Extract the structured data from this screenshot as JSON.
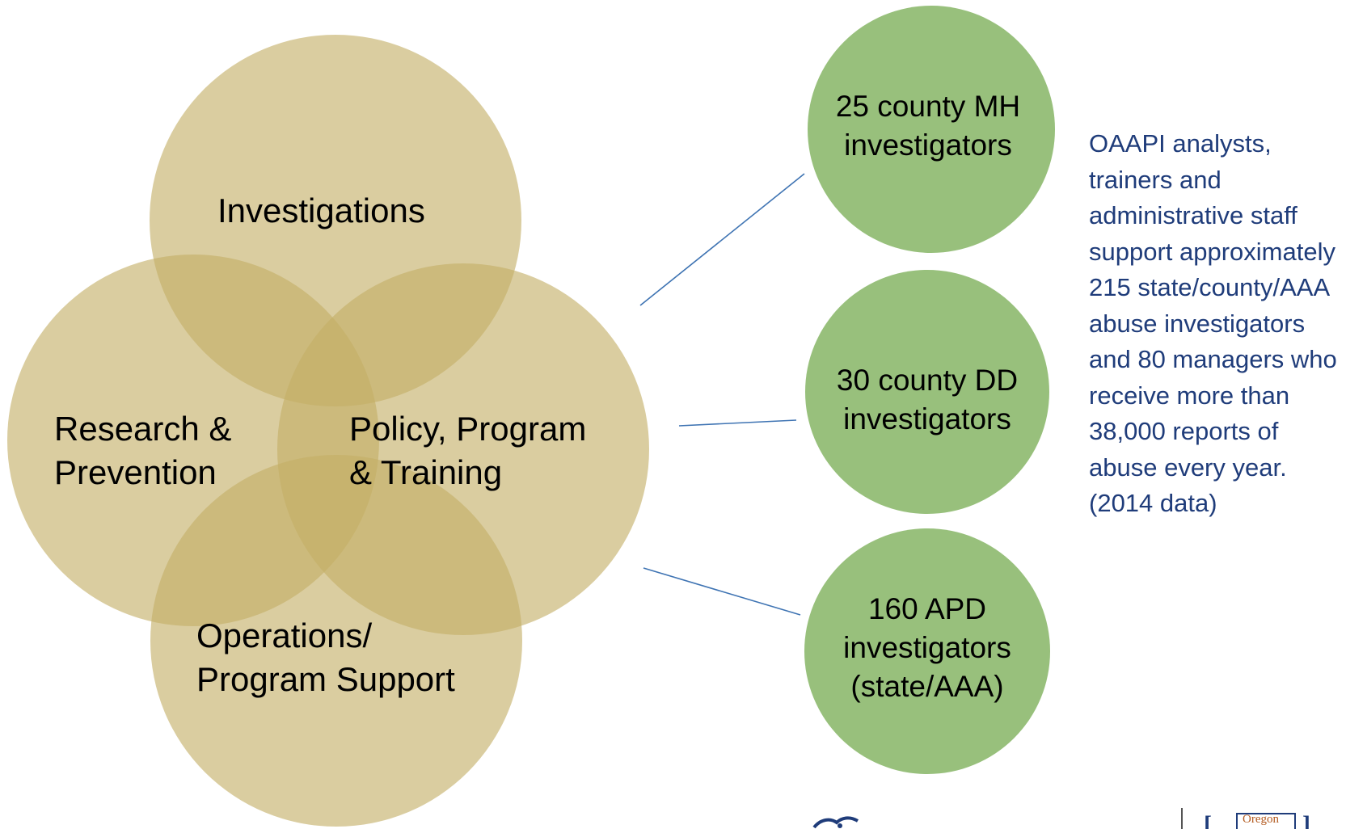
{
  "venn": {
    "investigations": "Investigations",
    "research": "Research &\nPrevention",
    "policy": "Policy, Program\n& Training",
    "operations": "Operations/\nProgram Support"
  },
  "nodes": {
    "mh": "25 county MH\ninvestigators",
    "dd": "30 county DD\ninvestigators",
    "apd": "160 APD\ninvestigators\n(state/AAA)"
  },
  "note": "OAAPI analysts, trainers and administrative staff support approximately 215 state/county/AAA abuse investigators and 80 managers who receive more than 38,000 reports of abuse every year. (2014 data)",
  "logo": {
    "word": "Oregon",
    "bracket_left": "[",
    "bracket_right": "]",
    "icon": "bird-logo-icon"
  },
  "colors": {
    "venn_fill": "#c4ae66",
    "node_fill": "#98c07c",
    "connector": "#3f74b3",
    "note_text": "#1f3c7a"
  }
}
